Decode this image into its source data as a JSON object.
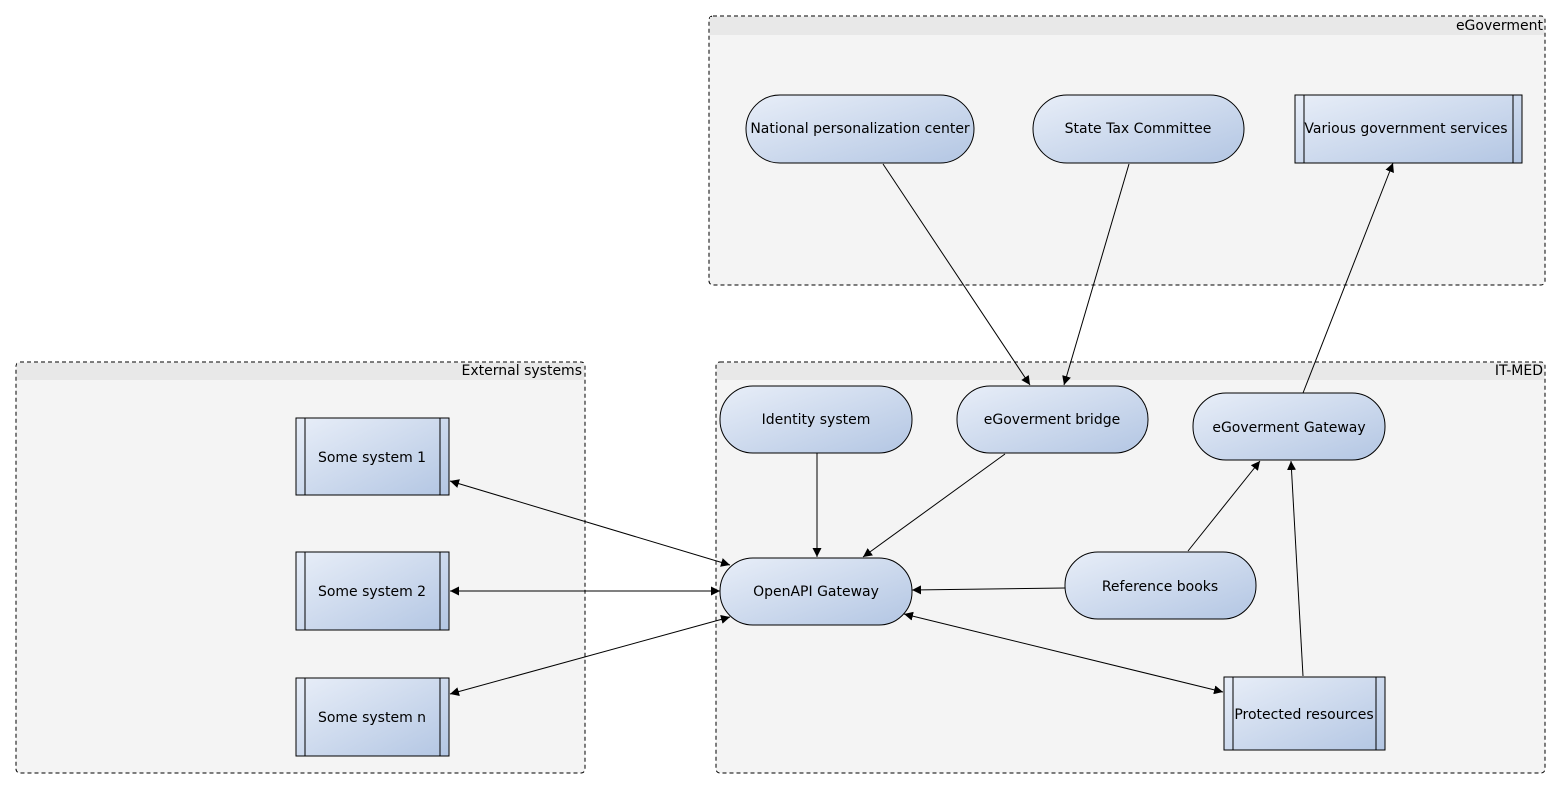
{
  "groups": {
    "egov": {
      "title": "eGoverment"
    },
    "itmed": {
      "title": "IT-MED"
    },
    "external": {
      "title": "External systems"
    }
  },
  "nodes": {
    "npc": {
      "label": "National personalization center",
      "shape": "rounded"
    },
    "stc": {
      "label": "State Tax Committee",
      "shape": "rounded"
    },
    "vgs": {
      "label": "Various government services",
      "shape": "process"
    },
    "identity": {
      "label": "Identity system",
      "shape": "rounded"
    },
    "bridge": {
      "label": "eGoverment bridge",
      "shape": "rounded"
    },
    "egovgw": {
      "label": "eGoverment Gateway",
      "shape": "rounded"
    },
    "openapi": {
      "label": "OpenAPI Gateway",
      "shape": "rounded"
    },
    "refbooks": {
      "label": "Reference books",
      "shape": "rounded"
    },
    "protected": {
      "label": "Protected resources",
      "shape": "process"
    },
    "sys1": {
      "label": "Some system 1",
      "shape": "process"
    },
    "sys2": {
      "label": "Some system 2",
      "shape": "process"
    },
    "sysn": {
      "label": "Some system n",
      "shape": "process"
    }
  },
  "edges": [
    {
      "from": "npc",
      "to": "bridge",
      "direction": "forward"
    },
    {
      "from": "stc",
      "to": "bridge",
      "direction": "forward"
    },
    {
      "from": "egovgw",
      "to": "vgs",
      "direction": "forward"
    },
    {
      "from": "identity",
      "to": "openapi",
      "direction": "forward"
    },
    {
      "from": "bridge",
      "to": "openapi",
      "direction": "forward"
    },
    {
      "from": "refbooks",
      "to": "openapi",
      "direction": "forward"
    },
    {
      "from": "refbooks",
      "to": "egovgw",
      "direction": "forward"
    },
    {
      "from": "protected",
      "to": "egovgw",
      "direction": "forward"
    },
    {
      "from": "openapi",
      "to": "protected",
      "direction": "both"
    },
    {
      "from": "openapi",
      "to": "sys1",
      "direction": "both"
    },
    {
      "from": "openapi",
      "to": "sys2",
      "direction": "both"
    },
    {
      "from": "openapi",
      "to": "sysn",
      "direction": "both"
    }
  ],
  "colors": {
    "group_fill": "#f4f4f4",
    "group_header": "#e8e8e8",
    "group_border": "#000000",
    "node_gradient_start": "#e8eef8",
    "node_gradient_end": "#b3c6e3",
    "node_border": "#000000",
    "edge": "#000000"
  }
}
